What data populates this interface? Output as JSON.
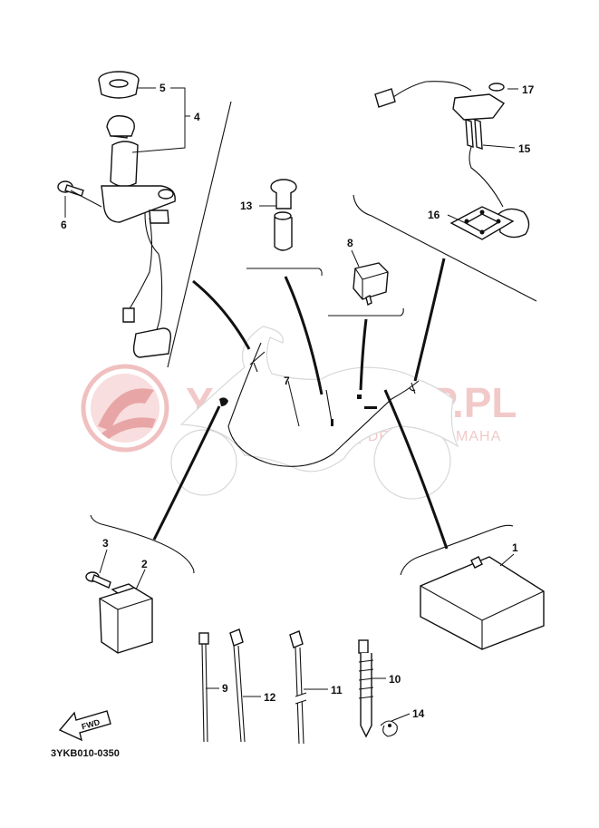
{
  "watermark": {
    "brand": "YAMA-SKLEP.PL",
    "tagline": "WOJCIECHOWSKI | DEALER YAMAHA",
    "logo_color": "#e8a5a5"
  },
  "diagram_code": "3YKB010-0350",
  "fwd_label": "FWD",
  "callouts": {
    "p1": "1",
    "p2": "2",
    "p3": "3",
    "p4": "4",
    "p5": "5",
    "p6": "6",
    "p7": "7",
    "p8": "8",
    "p9": "9",
    "p10": "10",
    "p11": "11",
    "p12": "12",
    "p13": "13",
    "p14": "14",
    "p15": "15",
    "p16": "16",
    "p17": "17"
  }
}
